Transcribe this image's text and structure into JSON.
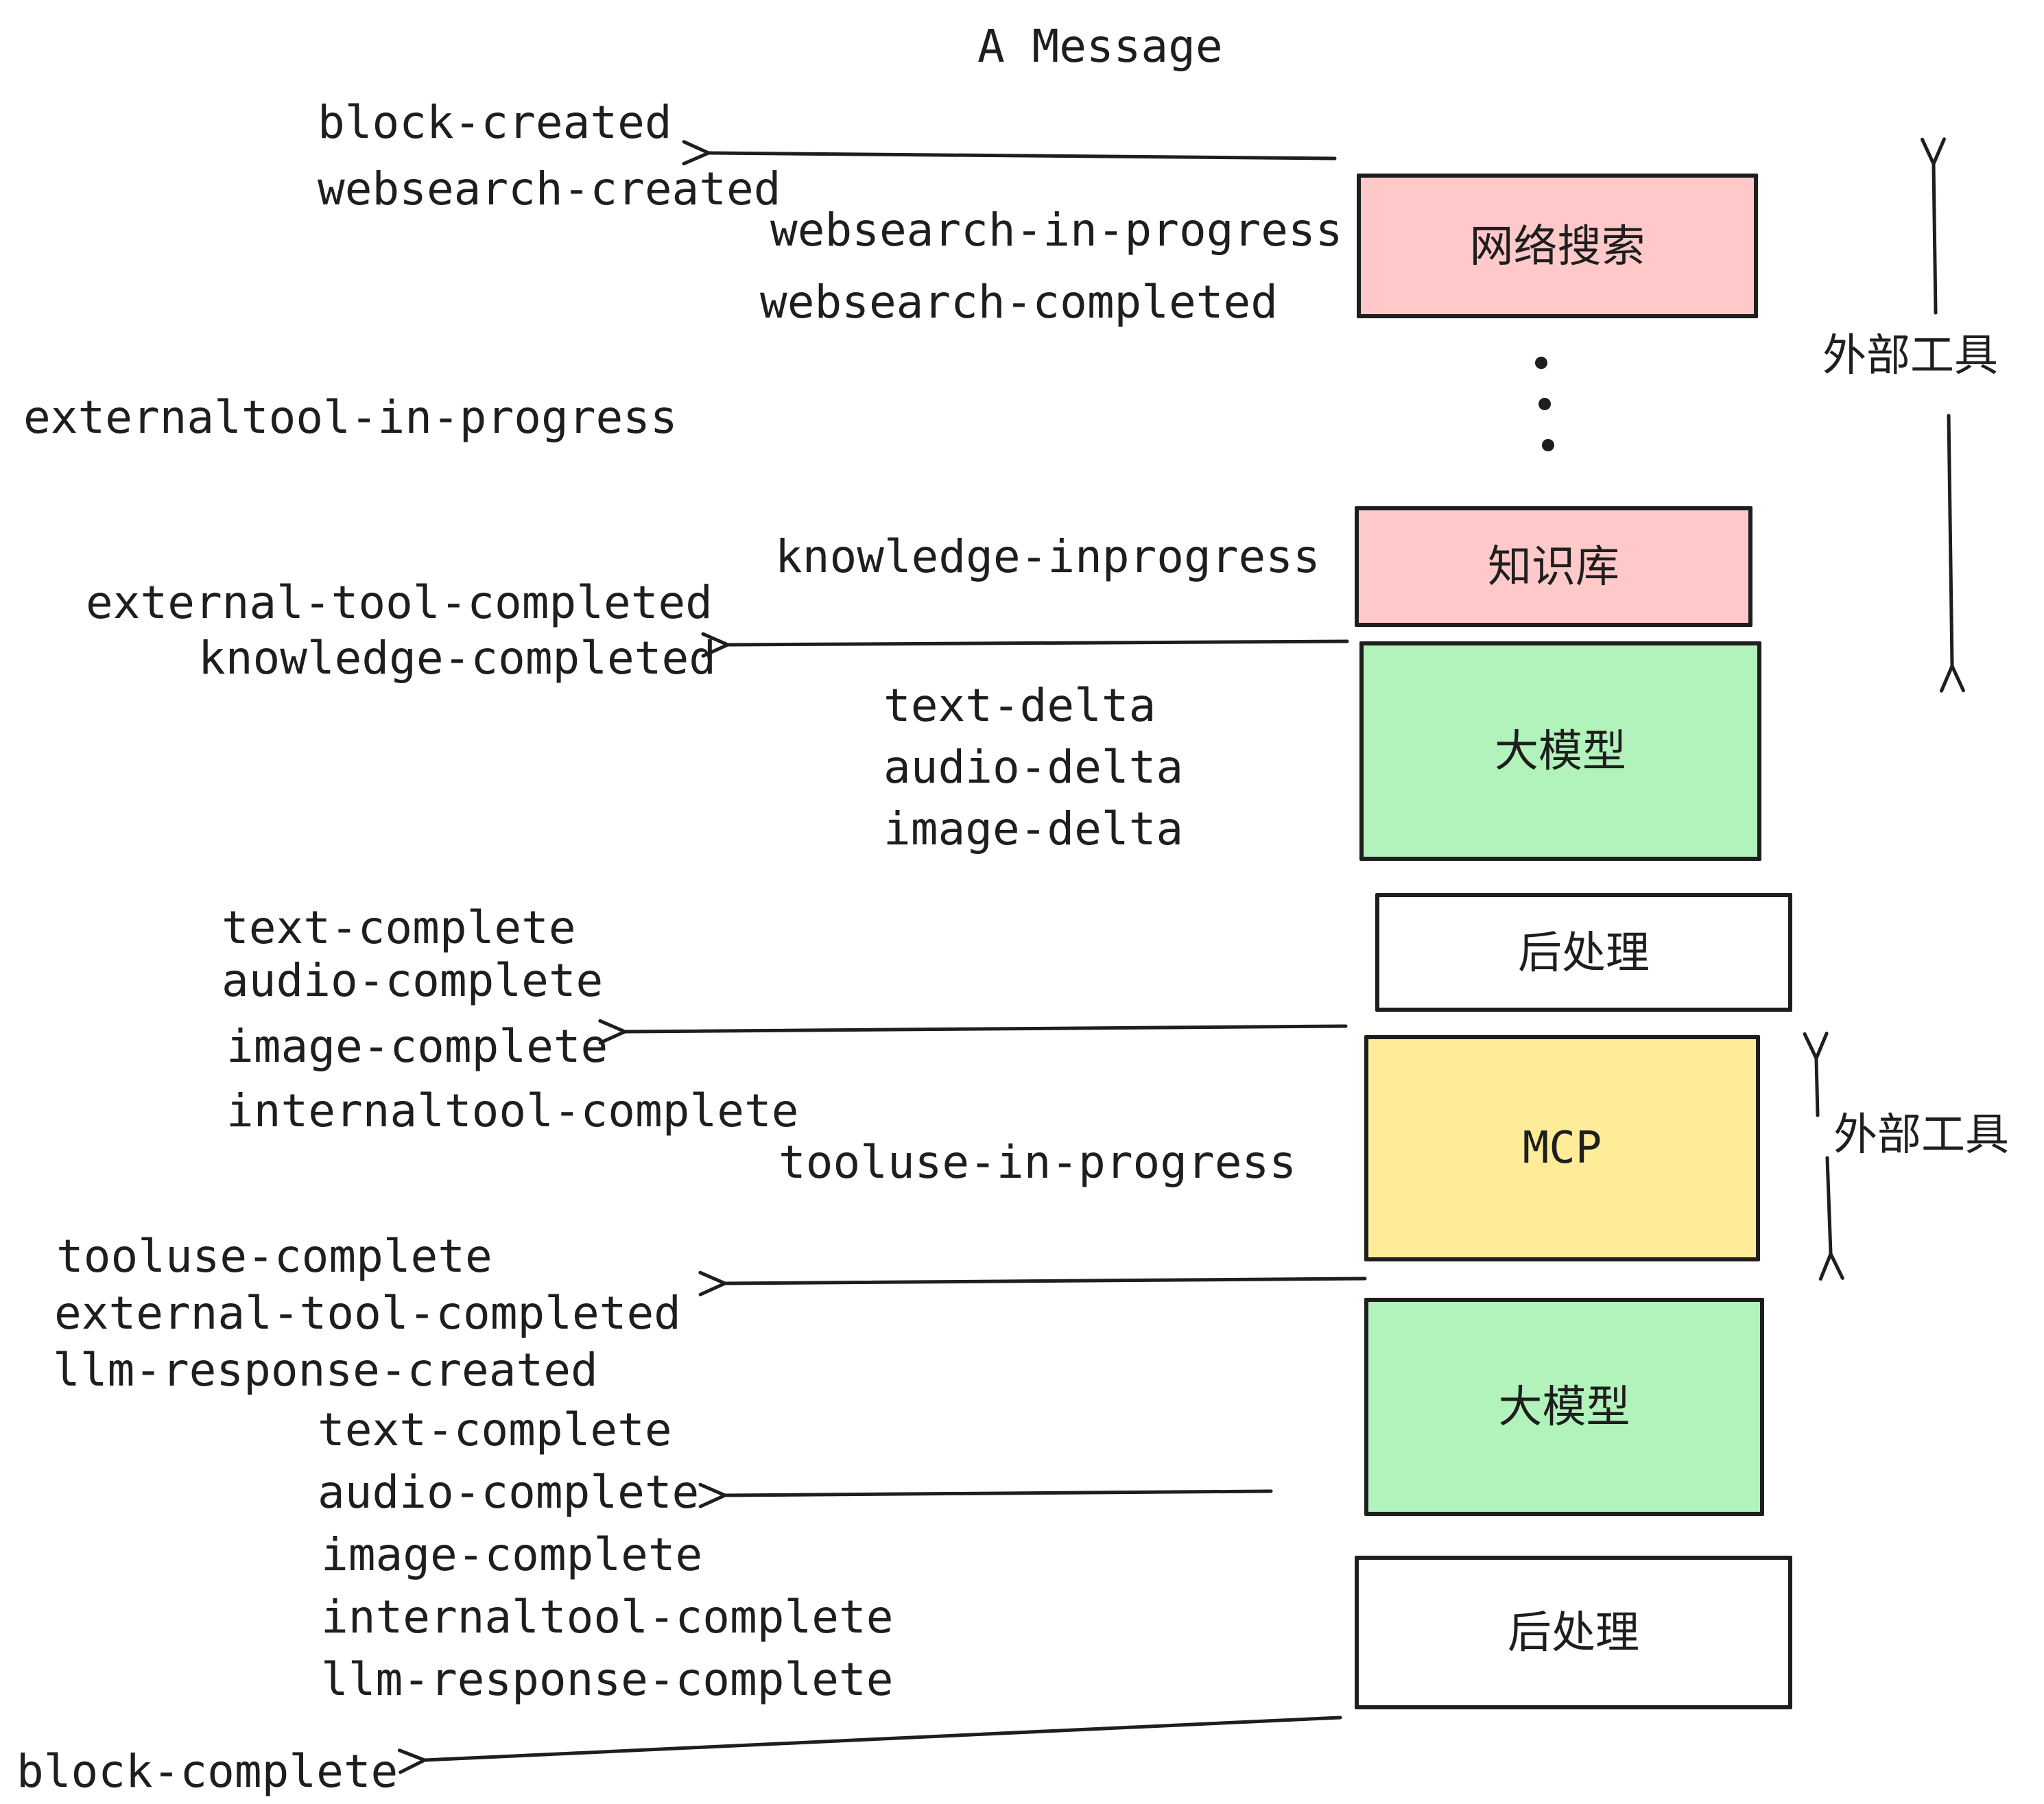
{
  "title": {
    "text": "A Message"
  },
  "colors": {
    "stroke": "#1e1e1e",
    "pink": "#ffc9c9",
    "green": "#b2f2bb",
    "yellow": "#ffec99",
    "white": "#ffffff",
    "background": "#ffffff"
  },
  "events": [
    {
      "text": "block-created"
    },
    {
      "text": "websearch-created"
    },
    {
      "text": "websearch-in-progress"
    },
    {
      "text": "websearch-completed"
    },
    {
      "text": "externaltool-in-progress"
    },
    {
      "text": "knowledge-inprogress"
    },
    {
      "text": "external-tool-completed"
    },
    {
      "text": "knowledge-completed"
    },
    {
      "text": "text-delta"
    },
    {
      "text": "audio-delta"
    },
    {
      "text": "image-delta"
    },
    {
      "text": "text-complete"
    },
    {
      "text": "audio-complete"
    },
    {
      "text": "image-complete"
    },
    {
      "text": "internaltool-complete"
    },
    {
      "text": "tooluse-in-progress"
    },
    {
      "text": "tooluse-complete"
    },
    {
      "text": "external-tool-completed"
    },
    {
      "text": "llm-response-created"
    },
    {
      "text": "text-complete"
    },
    {
      "text": "audio-complete"
    },
    {
      "text": "image-complete"
    },
    {
      "text": "internaltool-complete"
    },
    {
      "text": "llm-response-complete"
    },
    {
      "text": "block-complete"
    }
  ],
  "boxes": [
    {
      "label": "网络搜索",
      "fill": "#ffc9c9"
    },
    {
      "label": "知识库",
      "fill": "#ffc9c9"
    },
    {
      "label": "大模型",
      "fill": "#b2f2bb"
    },
    {
      "label": "后处理",
      "fill": "#ffffff"
    },
    {
      "label": "MCP",
      "fill": "#ffec99"
    },
    {
      "label": "大模型",
      "fill": "#b2f2bb"
    },
    {
      "label": "后处理",
      "fill": "#ffffff"
    }
  ],
  "side_labels": [
    {
      "text": "外部工具"
    },
    {
      "text": "外部工具"
    }
  ]
}
